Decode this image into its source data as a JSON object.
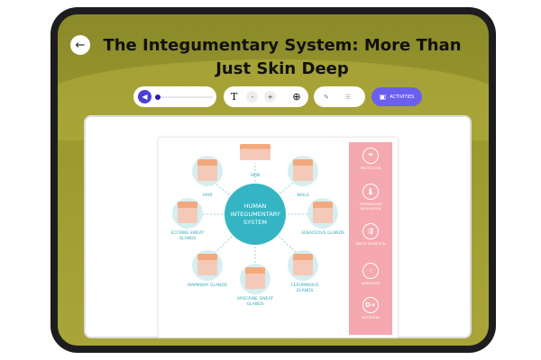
{
  "header": {
    "back_icon": "arrow-left-icon",
    "title": "The Integumentary System: More Than Just Skin Deep"
  },
  "toolbar": {
    "volume_icon": "speaker-icon",
    "volume_level": 0,
    "text_icon": "text-size-icon",
    "decrease": "-",
    "increase": "+",
    "language_icon": "globe-icon",
    "pen_icon": "pencil-icon",
    "list_icon": "list-icon",
    "activities_label": "ACTIVITIES",
    "activities_color": "#6b5ff0"
  },
  "infographic": {
    "center": "HUMAN INTEGUMENTARY SYSTEM",
    "parts": [
      "SKIN",
      "NAILS",
      "SEBACEOUS GLANDS",
      "CERUMINOUS GLANDS",
      "APOCRINE SWEAT GLANDS",
      "MAMMARY GLANDS",
      "ECCRINE SWEAT GLANDS",
      "HAIR"
    ],
    "functions": [
      {
        "icon": "umbrella-icon",
        "label": "PROTECTION"
      },
      {
        "icon": "thermometer-icon",
        "label": "TEMPERATURE REGULATION"
      },
      {
        "icon": "filter-icon",
        "label": "WASTE EXCRETION"
      },
      {
        "icon": "touch-icon",
        "label": "SENSATION"
      },
      {
        "icon": "D+",
        "label": "NUTRITION"
      }
    ]
  }
}
